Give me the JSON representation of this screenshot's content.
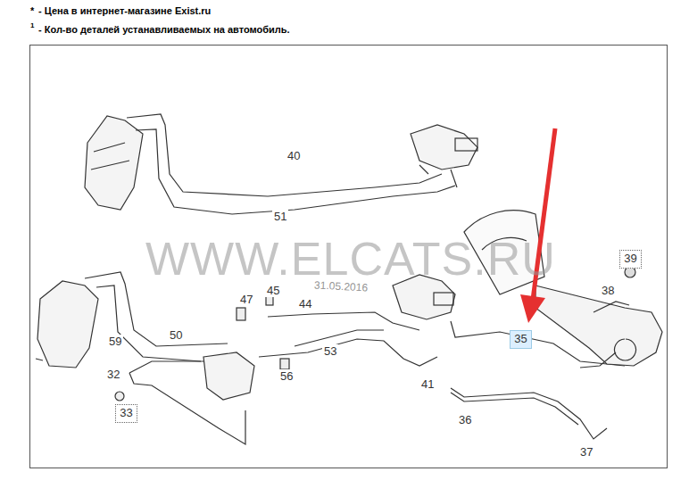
{
  "diagram": {
    "nodes": [
      {
        "text": [
          "39"
        ]
      },
      {
        "text": [
          "35"
        ]
      },
      {
        "text": [
          "33"
        ]
      }
    ],
    "labels": [
      "*",
      "- Цена в интернет-магазине Exist.ru",
      "1",
      "- Кол-во деталей устанавливаемых на автомобиль.",
      "WWW.ELCATS.RU",
      "31.05.2016",
      "40",
      "51",
      "47",
      "45",
      "44",
      "50",
      "59",
      "32",
      "53",
      "56",
      "41",
      "36",
      "37",
      "38"
    ]
  }
}
